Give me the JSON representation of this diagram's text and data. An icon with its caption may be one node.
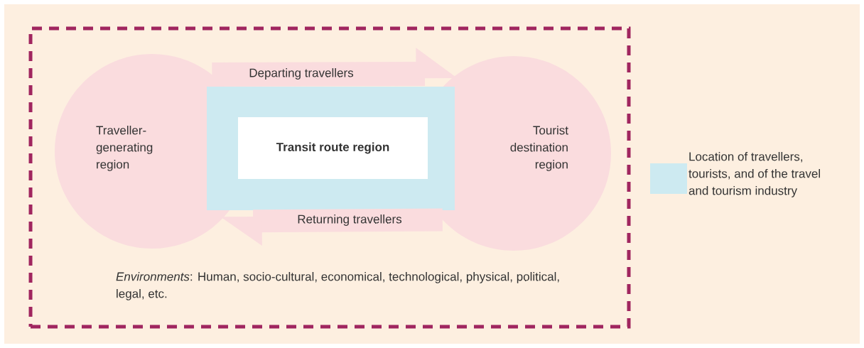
{
  "diagram": {
    "nodes": [
      {
        "text": [
          "*Environments*: Human, socio-cultural, economical, technological, physical, political, legal, etc."
        ]
      },
      {
        "text": [
          "Traveller-generating region"
        ],
        "in": 0
      },
      {
        "text": [
          "Tourist destination region"
        ],
        "in": 0
      },
      {
        "text": [],
        "shape": "box",
        "in": 0
      },
      {
        "text": [
          "Transit route region"
        ],
        "in": 3
      }
    ],
    "edges": [
      {
        "from": 1,
        "to": 2,
        "arrow": "to",
        "label": "Departing travellers"
      },
      {
        "from": 2,
        "to": 1,
        "arrow": "to",
        "label": "Returning travellers"
      }
    ],
    "legend": [
      {
        "text": "Location of travellers, tourists, and of the travel and tourism industry",
        "color": "#cdeaf1"
      }
    ]
  }
}
